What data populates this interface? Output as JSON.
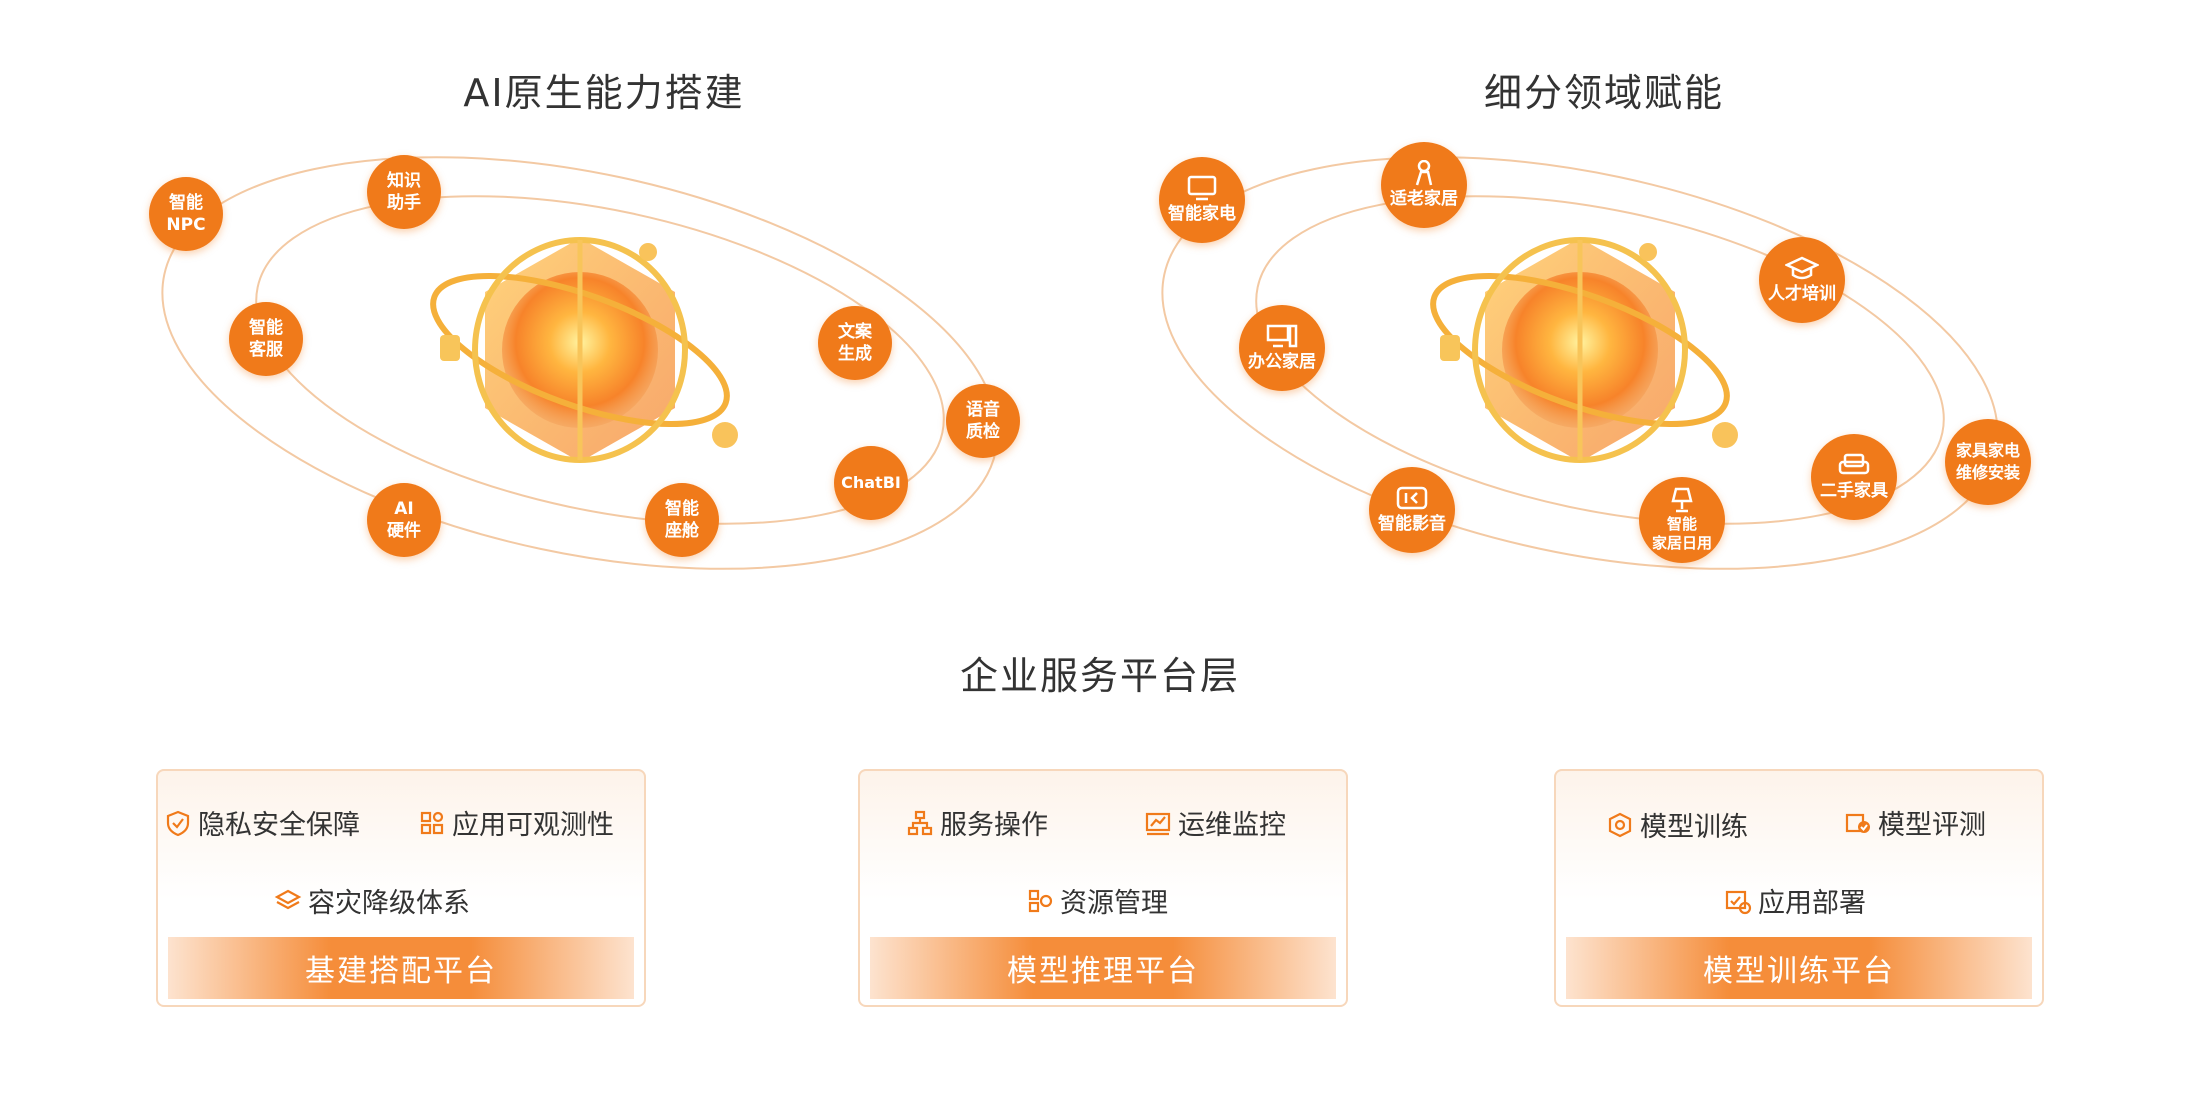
{
  "titles": {
    "left": "AI原生能力搭建",
    "right": "细分领域赋能",
    "middle": "企业服务平台层"
  },
  "left_nodes": [
    {
      "id": "npc",
      "label": "智能\nNPC"
    },
    {
      "id": "kb",
      "label": "知识\n助手"
    },
    {
      "id": "cs",
      "label": "智能\n客服"
    },
    {
      "id": "copy",
      "label": "文案\n生成"
    },
    {
      "id": "qa",
      "label": "语音\n质检"
    },
    {
      "id": "chatbi",
      "label": "ChatBI"
    },
    {
      "id": "cabin",
      "label": "智能\n座舱"
    },
    {
      "id": "hw",
      "label": "AI\n硬件"
    }
  ],
  "right_nodes": [
    {
      "id": "appliance",
      "label": "智能家电",
      "icon": "tv-icon"
    },
    {
      "id": "elder",
      "label": "适老家居",
      "icon": "elder-icon"
    },
    {
      "id": "talent",
      "label": "人才培训",
      "icon": "graduation-cap-icon"
    },
    {
      "id": "office",
      "label": "办公家居",
      "icon": "computer-icon"
    },
    {
      "id": "repair",
      "label": "家具家电\n维修安装",
      "icon": ""
    },
    {
      "id": "secondhand",
      "label": "二手家具",
      "icon": "sofa-icon"
    },
    {
      "id": "daily",
      "label": "智能\n家居日用",
      "icon": "lamp-icon"
    },
    {
      "id": "av",
      "label": "智能影音",
      "icon": "speaker-icon"
    }
  ],
  "cards": [
    {
      "id": "infra",
      "footer": "基建搭配平台",
      "features": [
        {
          "label": "隐私安全保障",
          "icon": "shield-icon"
        },
        {
          "label": "应用可观测性",
          "icon": "grid-icon"
        },
        {
          "label": "容灾降级体系",
          "icon": "layers-icon"
        }
      ]
    },
    {
      "id": "inference",
      "footer": "模型推理平台",
      "features": [
        {
          "label": "服务操作",
          "icon": "network-icon"
        },
        {
          "label": "运维监控",
          "icon": "monitor-chart-icon"
        },
        {
          "label": "资源管理",
          "icon": "resource-icon"
        }
      ]
    },
    {
      "id": "training",
      "footer": "模型训练平台",
      "features": [
        {
          "label": "模型训练",
          "icon": "cube-gear-icon"
        },
        {
          "label": "模型评测",
          "icon": "box-check-icon"
        },
        {
          "label": "应用部署",
          "icon": "deploy-icon"
        }
      ]
    }
  ],
  "colors": {
    "accent": "#f07a1a",
    "orbit": "#f3c9a3",
    "text": "#333333"
  }
}
